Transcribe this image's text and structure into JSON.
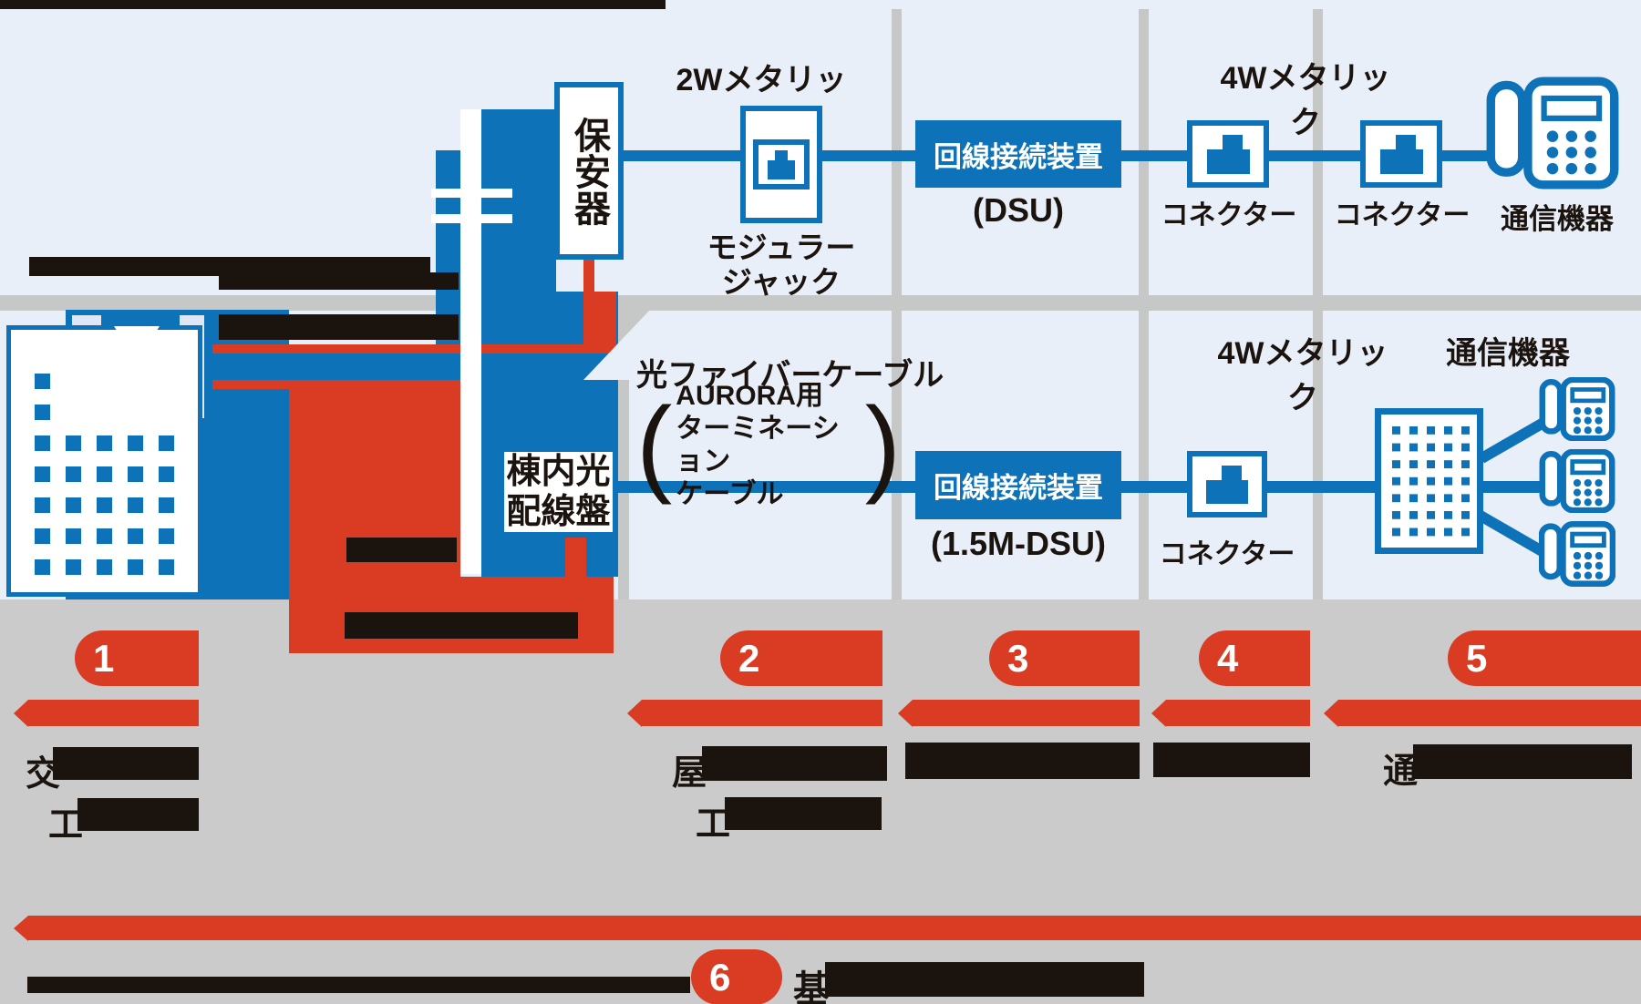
{
  "colors": {
    "blue": "#0d72b8",
    "red": "#d93b23",
    "light_blue": "#e8eff9",
    "gray": "#cbcbcb",
    "black": "#1b130e"
  },
  "top_row": {
    "cable_label_left": "2Wメタリック",
    "protector_label": "保安器",
    "modular_jack_label": "モジュラー\nジャック",
    "dsu_label": "回線接続装置",
    "dsu_sub": "(DSU)",
    "connector1_label": "コネクター",
    "connector2_label": "コネクター",
    "cable_label_right": "4Wメタリック",
    "device_label": "通信機器"
  },
  "middle_row": {
    "fiber_label": "光ファイバーケーブル",
    "paren_open": "(",
    "paren_close": ")",
    "fiber_note_line1": "AURORA用",
    "fiber_note_line2": "ターミネーション",
    "fiber_note_line3": "ケーブル",
    "board_label": "棟内光\n配線盤",
    "dsu_label": "回線接続装置",
    "dsu_sub": "(1.5M-DSU)",
    "connector_label": "コネクター",
    "cable_label": "4Wメタリック",
    "device_label": "通信機器"
  },
  "flow": {
    "badge1": "1",
    "badge2": "2",
    "badge3": "3",
    "badge4": "4",
    "badge5": "5",
    "badge6": "6",
    "fragment_col1_line1": "交",
    "fragment_col1_line2": "工",
    "fragment_col2_line1": "屋",
    "fragment_col2_line2": "工",
    "fragment_col5": "通",
    "fragment_bottom": "基"
  }
}
